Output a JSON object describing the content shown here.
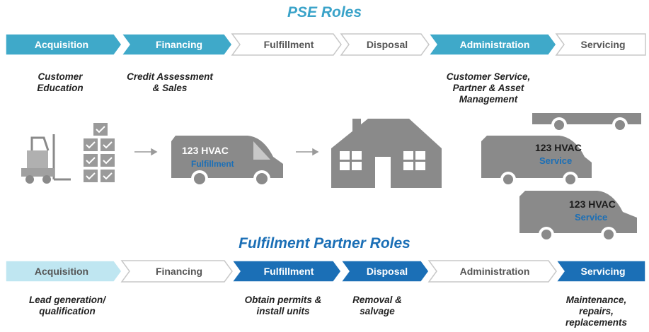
{
  "pse": {
    "title": "PSE Roles",
    "stages": [
      {
        "label": "Acquisition",
        "style": "teal"
      },
      {
        "label": "Financing",
        "style": "teal"
      },
      {
        "label": "Fulfillment",
        "style": "white"
      },
      {
        "label": "Disposal",
        "style": "white"
      },
      {
        "label": "Administration",
        "style": "teal"
      },
      {
        "label": "Servicing",
        "style": "white"
      }
    ],
    "captions": {
      "acquisition": [
        "Customer",
        "Education"
      ],
      "financing": [
        "Credit Assessment",
        "& Sales"
      ],
      "administration": [
        "Customer Service,",
        "Partner & Asset",
        "Management"
      ]
    }
  },
  "partner": {
    "title": "Fulfilment Partner Roles",
    "stages": [
      {
        "label": "Acquisition",
        "style": "light"
      },
      {
        "label": "Financing",
        "style": "white"
      },
      {
        "label": "Fulfillment",
        "style": "blue"
      },
      {
        "label": "Disposal",
        "style": "blue"
      },
      {
        "label": "Administration",
        "style": "white"
      },
      {
        "label": "Servicing",
        "style": "blue"
      }
    ],
    "captions": {
      "acquisition": [
        "Lead generation/",
        "qualification"
      ],
      "fulfillment": [
        "Obtain permits &",
        "install units"
      ],
      "disposal": [
        "Removal &",
        "salvage"
      ],
      "servicing": [
        "Maintenance,",
        "repairs,",
        "replacements"
      ]
    }
  },
  "vans": {
    "fulfillment": {
      "line1": "123 HVAC",
      "line2": "Fulfillment"
    },
    "service": {
      "line1": "123 HVAC",
      "line2": "Service"
    }
  },
  "colors": {
    "teal": "#3fa9c9",
    "light": "#bfe6f1",
    "blue": "#1b6fb6",
    "gray": "#8a8a8a",
    "white_text": "#555555"
  }
}
